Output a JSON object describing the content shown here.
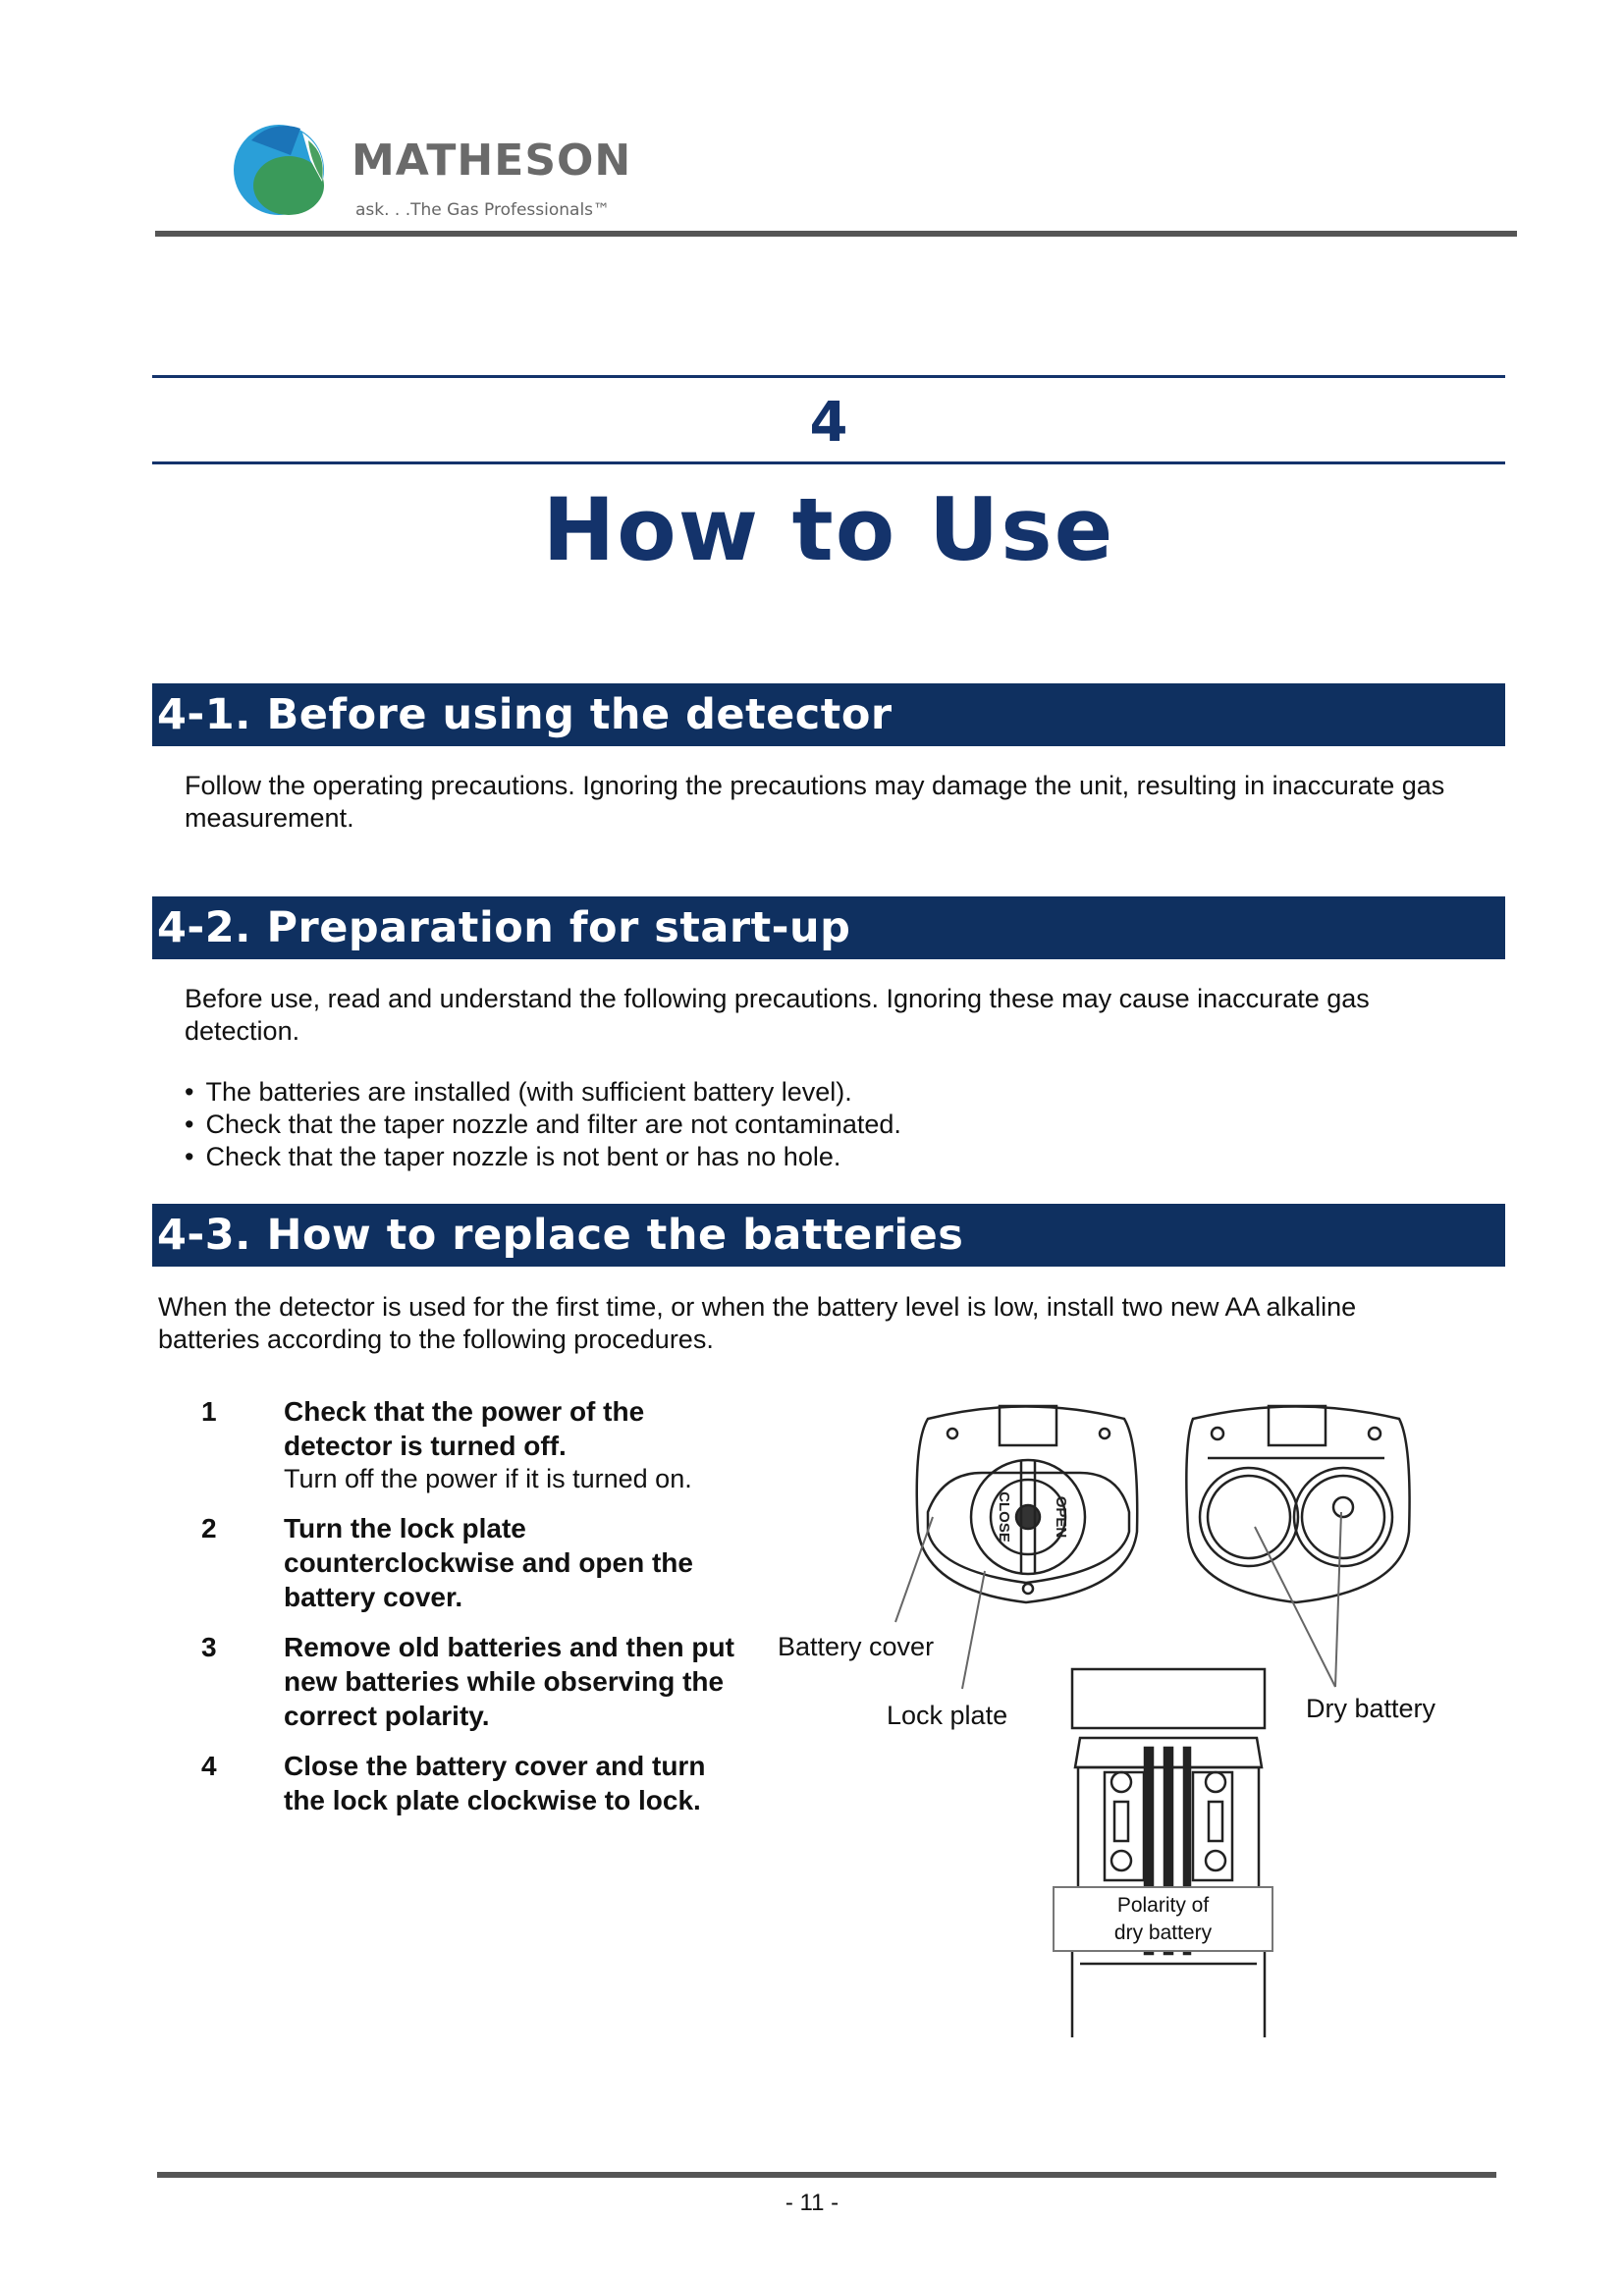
{
  "header": {
    "logo_name": "MATHESON",
    "logo_tagline": "ask. . .The Gas Professionals™"
  },
  "chapter": {
    "number": "4",
    "title": "How to Use"
  },
  "sections": [
    {
      "title": "4-1. Before using the detector",
      "paragraph": "Follow the operating precautions. Ignoring the precautions may damage the unit, resulting in inaccurate gas measurement."
    },
    {
      "title": "4-2. Preparation for start-up",
      "paragraph": "Before use, read and understand the following precautions. Ignoring these may cause inaccurate gas detection.",
      "bullets": [
        "The batteries are installed (with sufficient battery level).",
        "Check that the taper nozzle and filter are not contaminated.",
        "Check that the taper nozzle is not bent or has no hole."
      ]
    },
    {
      "title": "4-3. How to replace the batteries",
      "paragraph": "When the detector is used for the first time, or when the battery level is low, install two new AA alkaline batteries according to the following procedures.",
      "steps": [
        {
          "num": "1",
          "text": "Check that the power of the detector is turned off.",
          "sub": "Turn off the power if it is turned on."
        },
        {
          "num": "2",
          "text": "Turn the lock plate counterclockwise and open the battery cover."
        },
        {
          "num": "3",
          "text": "Remove old batteries and then put new batteries while observing the correct polarity."
        },
        {
          "num": "4",
          "text": "Close the battery cover and turn the lock plate clockwise to lock."
        }
      ]
    }
  ],
  "figure": {
    "battery_cover": "Battery cover",
    "lock_plate": "Lock plate",
    "dry_battery": "Dry battery",
    "polarity_line1": "Polarity of",
    "polarity_line2": "dry battery",
    "lock_close": "CLOSE",
    "lock_open": "OPEN"
  },
  "footer": {
    "page": "- 11 -"
  }
}
